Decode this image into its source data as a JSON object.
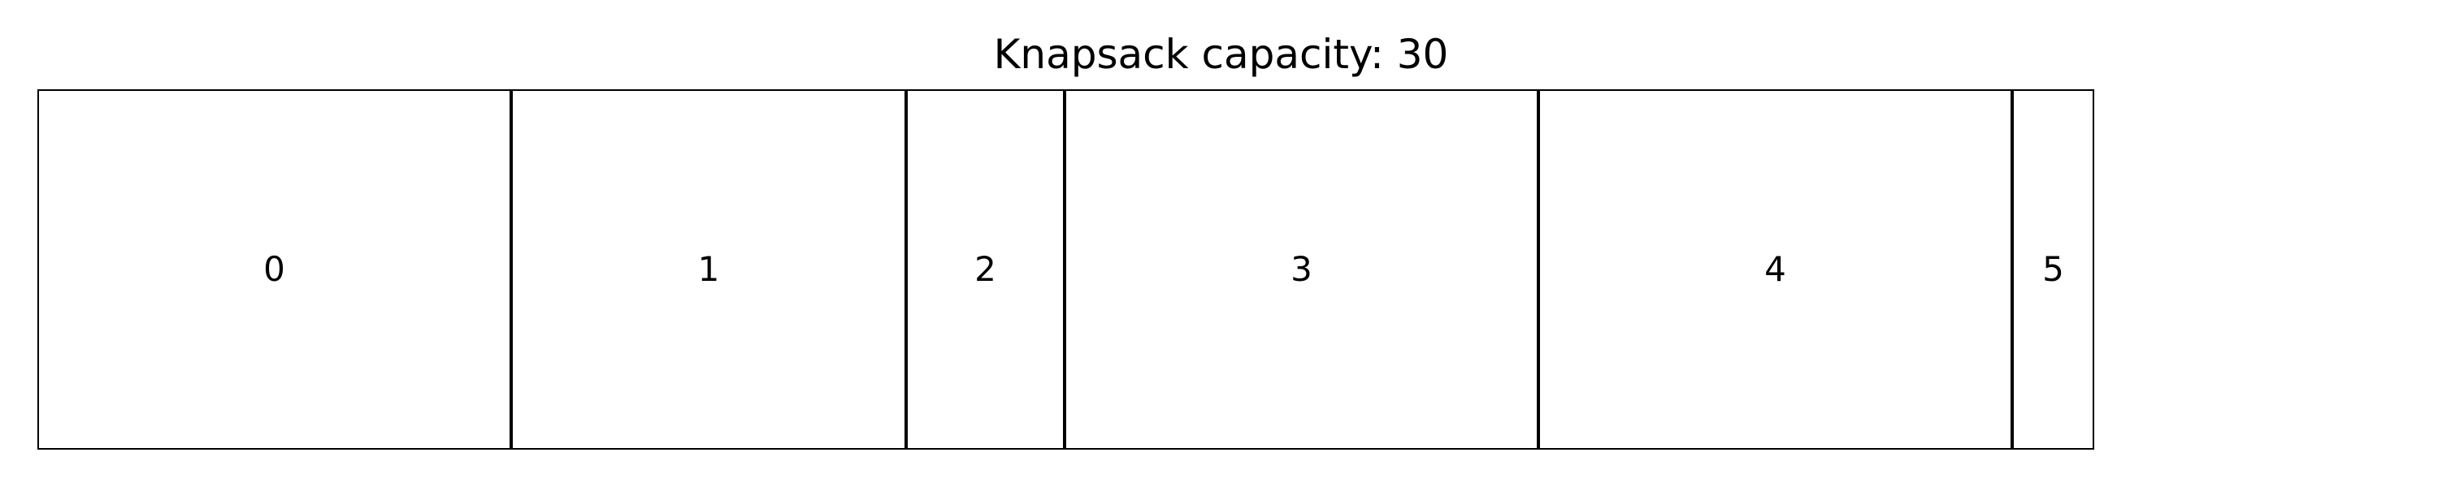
{
  "title": "Knapsack capacity: 30",
  "knapsack": {
    "capacity": 30,
    "items": [
      {
        "label": "0",
        "weight": 6
      },
      {
        "label": "1",
        "weight": 5
      },
      {
        "label": "2",
        "weight": 2
      },
      {
        "label": "3",
        "weight": 6
      },
      {
        "label": "4",
        "weight": 6
      },
      {
        "label": "5",
        "weight": 1
      }
    ]
  },
  "colors": {
    "stroke": "#000000",
    "background": "#ffffff"
  }
}
